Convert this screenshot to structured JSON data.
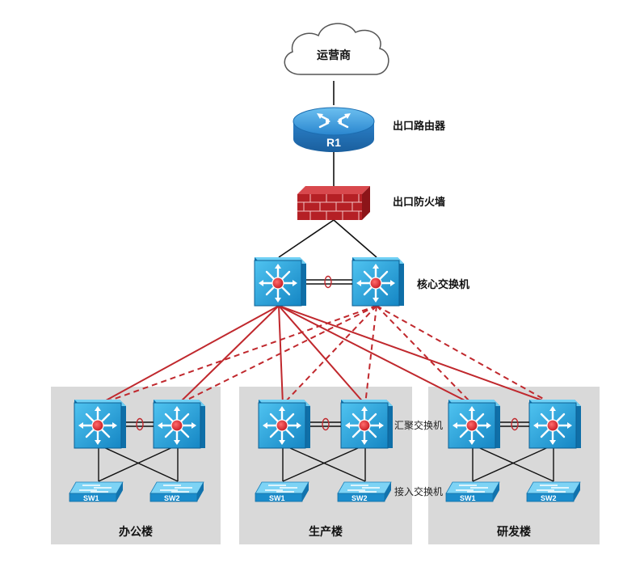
{
  "internet": {
    "label": "运营商"
  },
  "router": {
    "name": "R1",
    "label": "出口路由器"
  },
  "firewall": {
    "label": "出口防火墙"
  },
  "core": {
    "label": "核心交换机"
  },
  "aggregation_label": "汇聚交换机",
  "access_label": "接入交换机",
  "buildings": [
    {
      "name": "办公楼",
      "sw1": "SW1",
      "sw2": "SW2"
    },
    {
      "name": "生产楼",
      "sw1": "SW1",
      "sw2": "SW2"
    },
    {
      "name": "研发楼",
      "sw1": "SW1",
      "sw2": "SW2"
    }
  ],
  "colors": {
    "uplink": "#c0282d",
    "device_blue": "#1b9ad6",
    "router_blue": "#2d8fd5",
    "firewall_red": "#b52025",
    "zone_bg": "#d9d9d9"
  }
}
